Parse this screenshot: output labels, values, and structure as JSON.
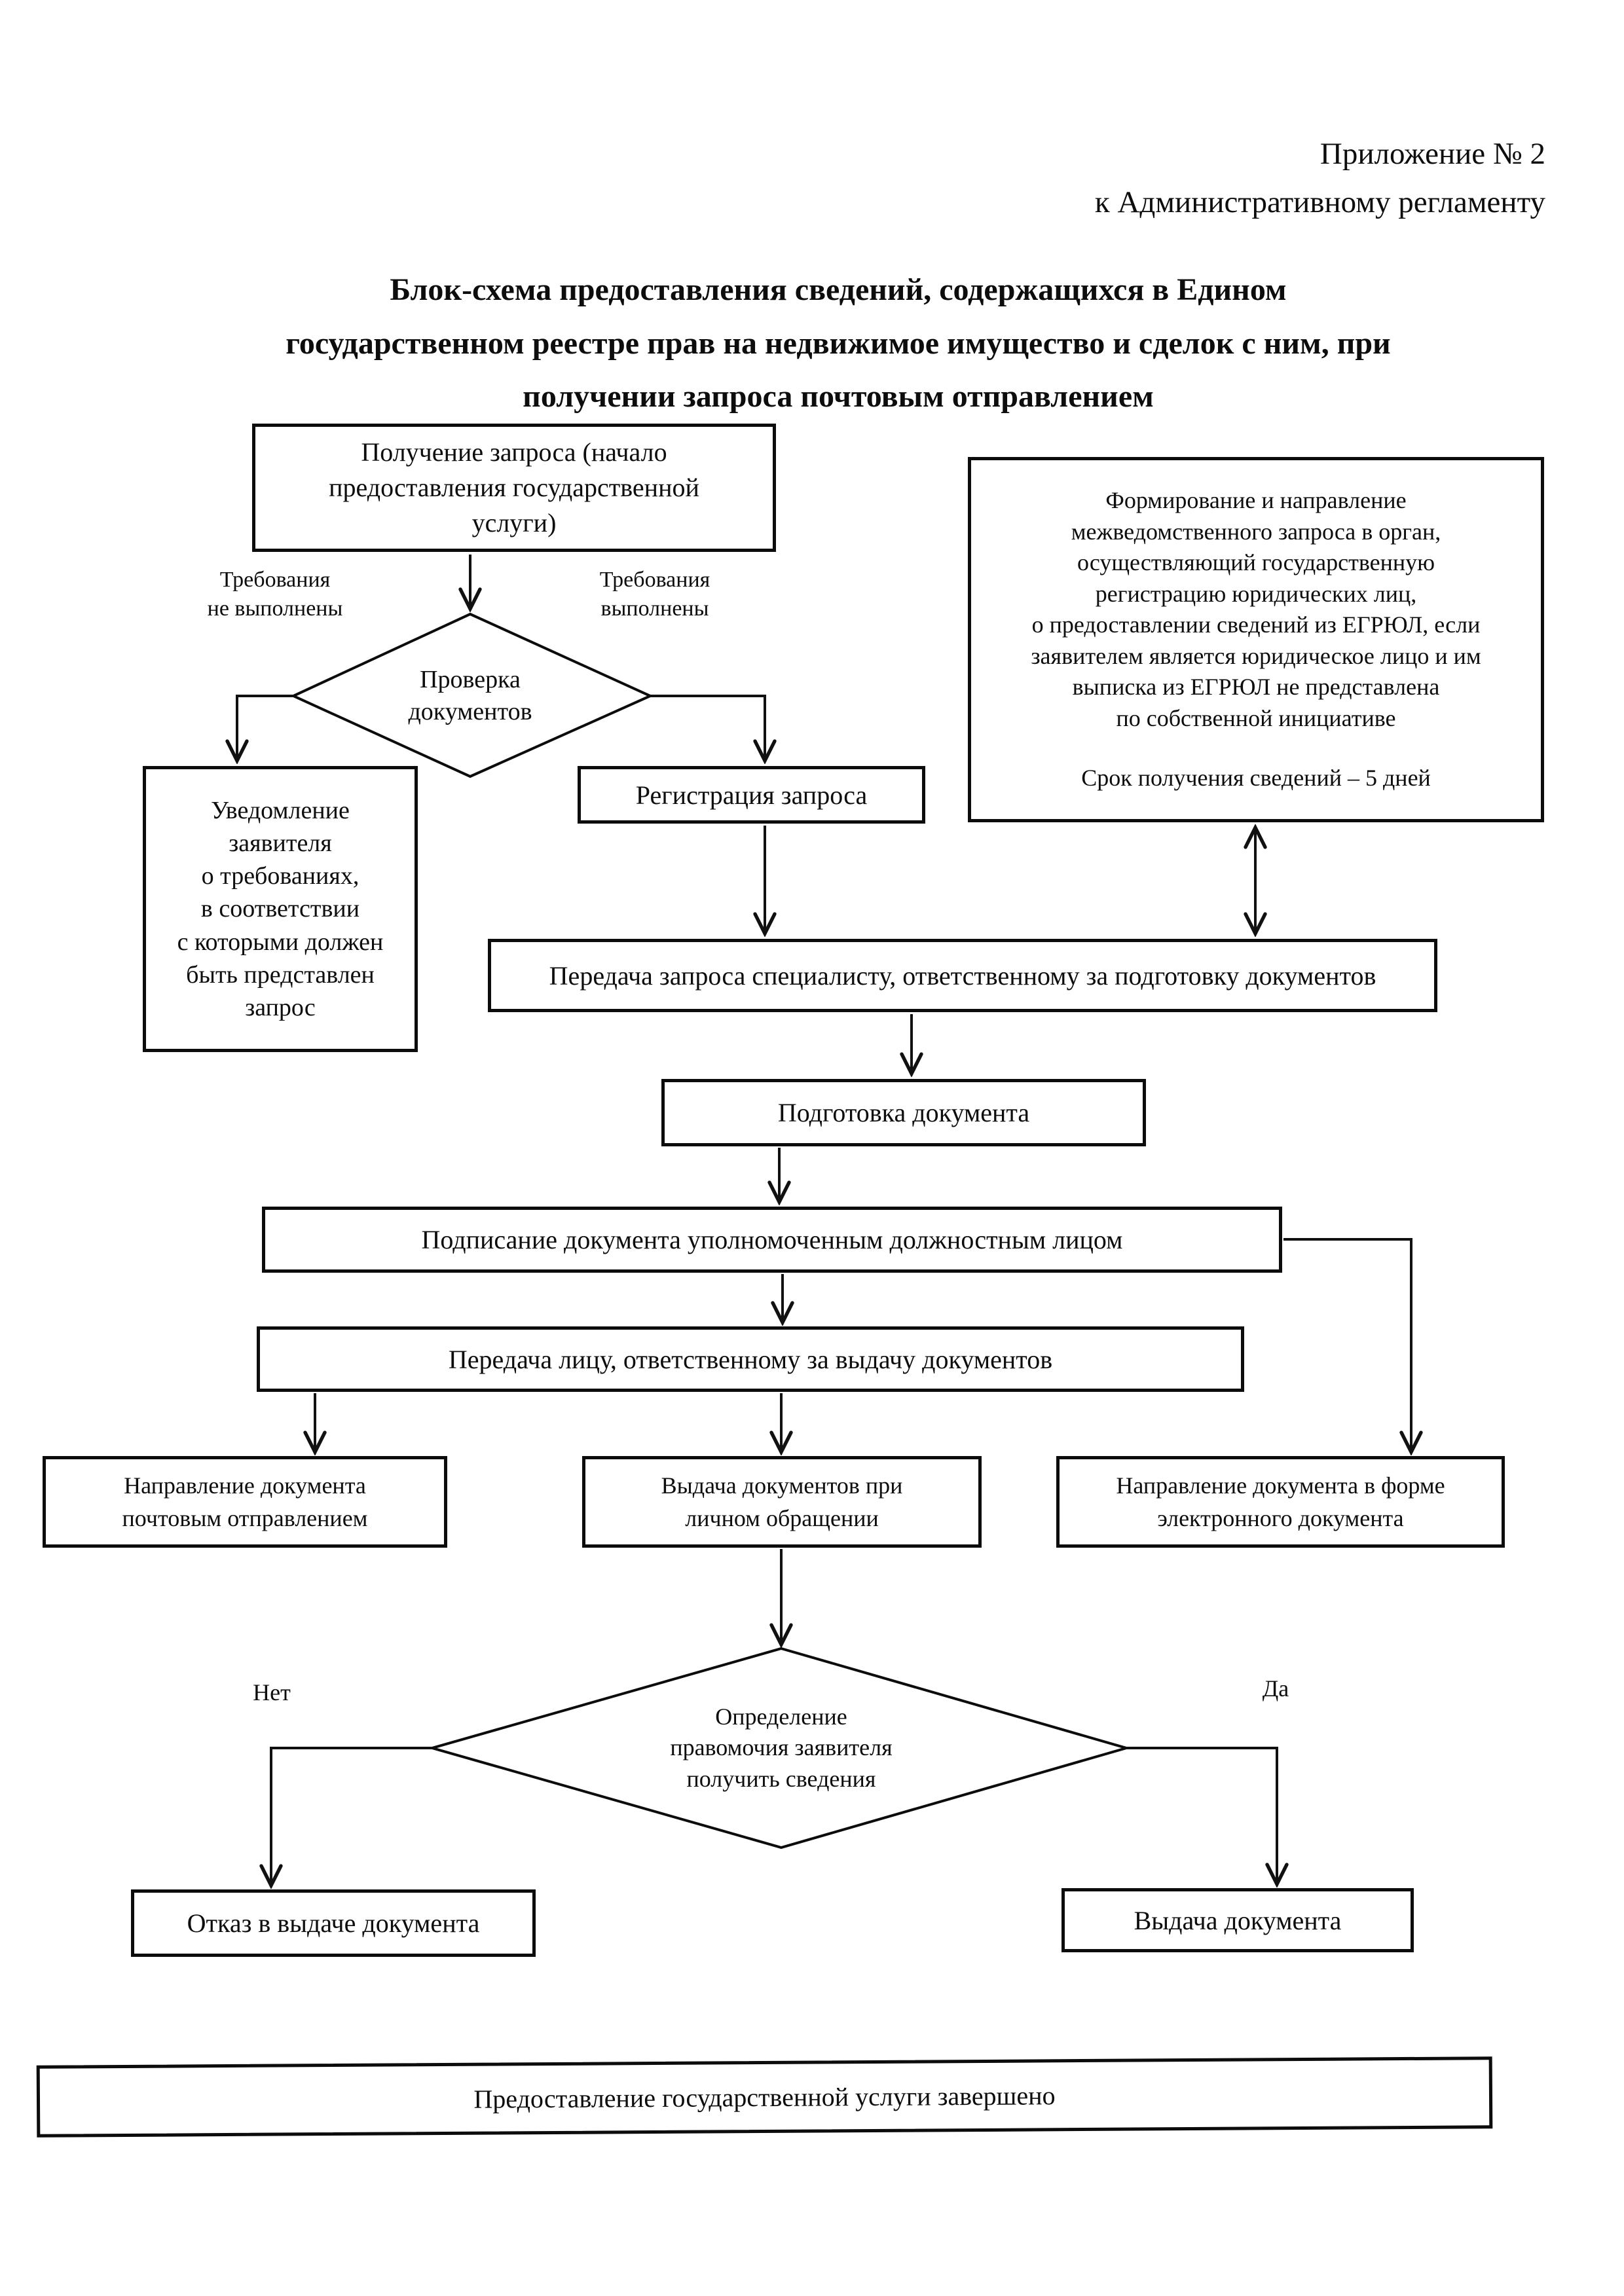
{
  "page": {
    "header": "Приложение № 2\nк Административному регламенту",
    "title": "Блок-схема предоставления сведений, содержащихся в Едином\nгосударственном реестре прав на недвижимое имущество и сделок с ним, при\nполучении запроса почтовым отправлением"
  },
  "flowchart": {
    "colors": {
      "line": "#111111",
      "box_border": "#0c0c0c",
      "box_bg": "#ffffff"
    },
    "nodes": {
      "receive_request": "Получение запроса (начало\nпредоставления государственной\nуслуги)",
      "check_documents": "Проверка\nдокументов",
      "notify_applicant": "Уведомление\nзаявителя\nо требованиях,\nв соответствии\nс которыми должен\nбыть представлен\nзапрос",
      "register_request": "Регистрация запроса",
      "interagency_request": "Формирование и направление\nмежведомственного запроса в орган,\nосуществляющий государственную\nрегистрацию юридических лиц,\nо предоставлении сведений из ЕГРЮЛ, если\nзаявителем является юридическое лицо и им\nвыписка из ЕГРЮЛ не представлена\nпо собственной инициативе",
      "interagency_term": "Срок получения сведений – 5 дней",
      "transfer_to_specialist": "Передача запроса специалисту, ответственному за подготовку документов",
      "prepare_document": "Подготовка документа",
      "sign_document": "Подписание документа уполномоченным должностным лицом",
      "transfer_to_issuer": "Передача лицу, ответственному за выдачу документов",
      "send_by_mail": "Направление документа\nпочтовым отправлением",
      "issue_in_person": "Выдача документов при\nличном обращении",
      "send_electronic": "Направление документа в форме\nэлектронного документа",
      "check_entitlement": "Определение\nправомочия заявителя\nполучить сведения",
      "refuse_issue": "Отказ в выдаче документа",
      "issue_document": "Выдача документа",
      "service_completed": "Предоставление государственной услуги завершено"
    },
    "edge_labels": {
      "requirements_not_met": "Требования\nне выполнены",
      "requirements_met": "Требования\nвыполнены",
      "no": "Нет",
      "yes": "Да"
    }
  }
}
